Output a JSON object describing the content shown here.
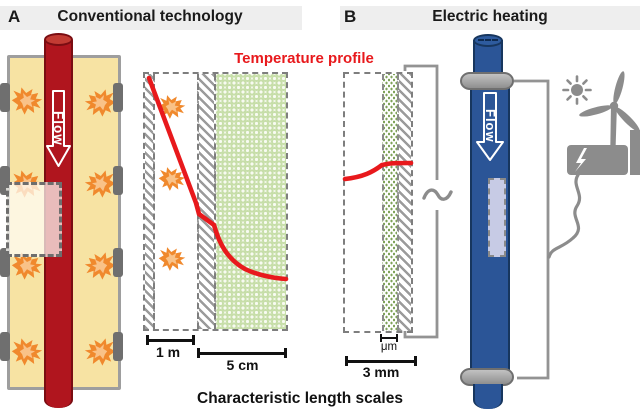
{
  "header": {
    "panel_a_label": "A",
    "panel_a_title": "Conventional technology",
    "panel_b_label": "B",
    "panel_b_title": "Electric heating"
  },
  "labels": {
    "temperature_profile": "Temperature profile",
    "caption": "Characteristic length scales",
    "flow_a": "Flow",
    "flow_b": "Flow",
    "scale_1m": "1 m",
    "scale_5cm": "5 cm",
    "scale_um": "μm",
    "scale_3mm": "3 mm"
  },
  "icons": {
    "flame": "flame-icon",
    "burner": "burner-block",
    "ac_source": "~",
    "sun": "sun-icon",
    "wind_turbine": "wind-turbine-icon",
    "power_plant": "power-plant-icon",
    "lightning_bolt": "lightning-bolt-icon"
  },
  "colors": {
    "accent_red": "#e8191c",
    "tube_red": "#b0151e",
    "furnace_yellow": "#f7e3a3",
    "flame_orange": "#f0892d",
    "tube_blue": "#2b5597",
    "icon_gray": "#8c8c8c",
    "catalyst_green": "#c7dea9",
    "header_band": "#eeeeee"
  }
}
